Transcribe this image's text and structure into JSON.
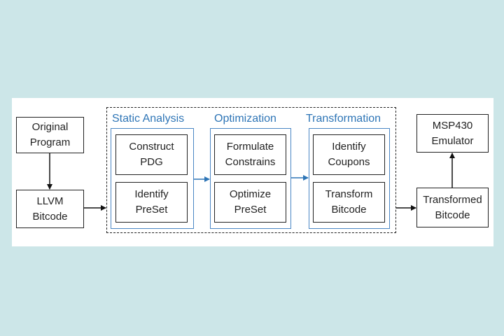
{
  "inputs": {
    "original_program": "Original\nProgram",
    "llvm_bitcode": "LLVM\nBitcode"
  },
  "groups": {
    "static_analysis": {
      "title": "Static Analysis",
      "step1": "Construct\nPDG",
      "step2": "Identify\nPreSet"
    },
    "optimization": {
      "title": "Optimization",
      "step1": "Formulate\nConstrains",
      "step2": "Optimize\nPreSet"
    },
    "transformation": {
      "title": "Transformation",
      "step1": "Identify\nCoupons",
      "step2": "Transform\nBitcode"
    }
  },
  "outputs": {
    "transformed_bitcode": "Transformed\nBitcode",
    "msp430_emulator": "MSP430\nEmulator"
  },
  "colors": {
    "background": "#cce6e8",
    "panel": "#ffffff",
    "group_border": "#4a86c5",
    "group_title": "#2e75b6",
    "arrow_black": "#111111",
    "arrow_blue": "#2e75b6"
  }
}
